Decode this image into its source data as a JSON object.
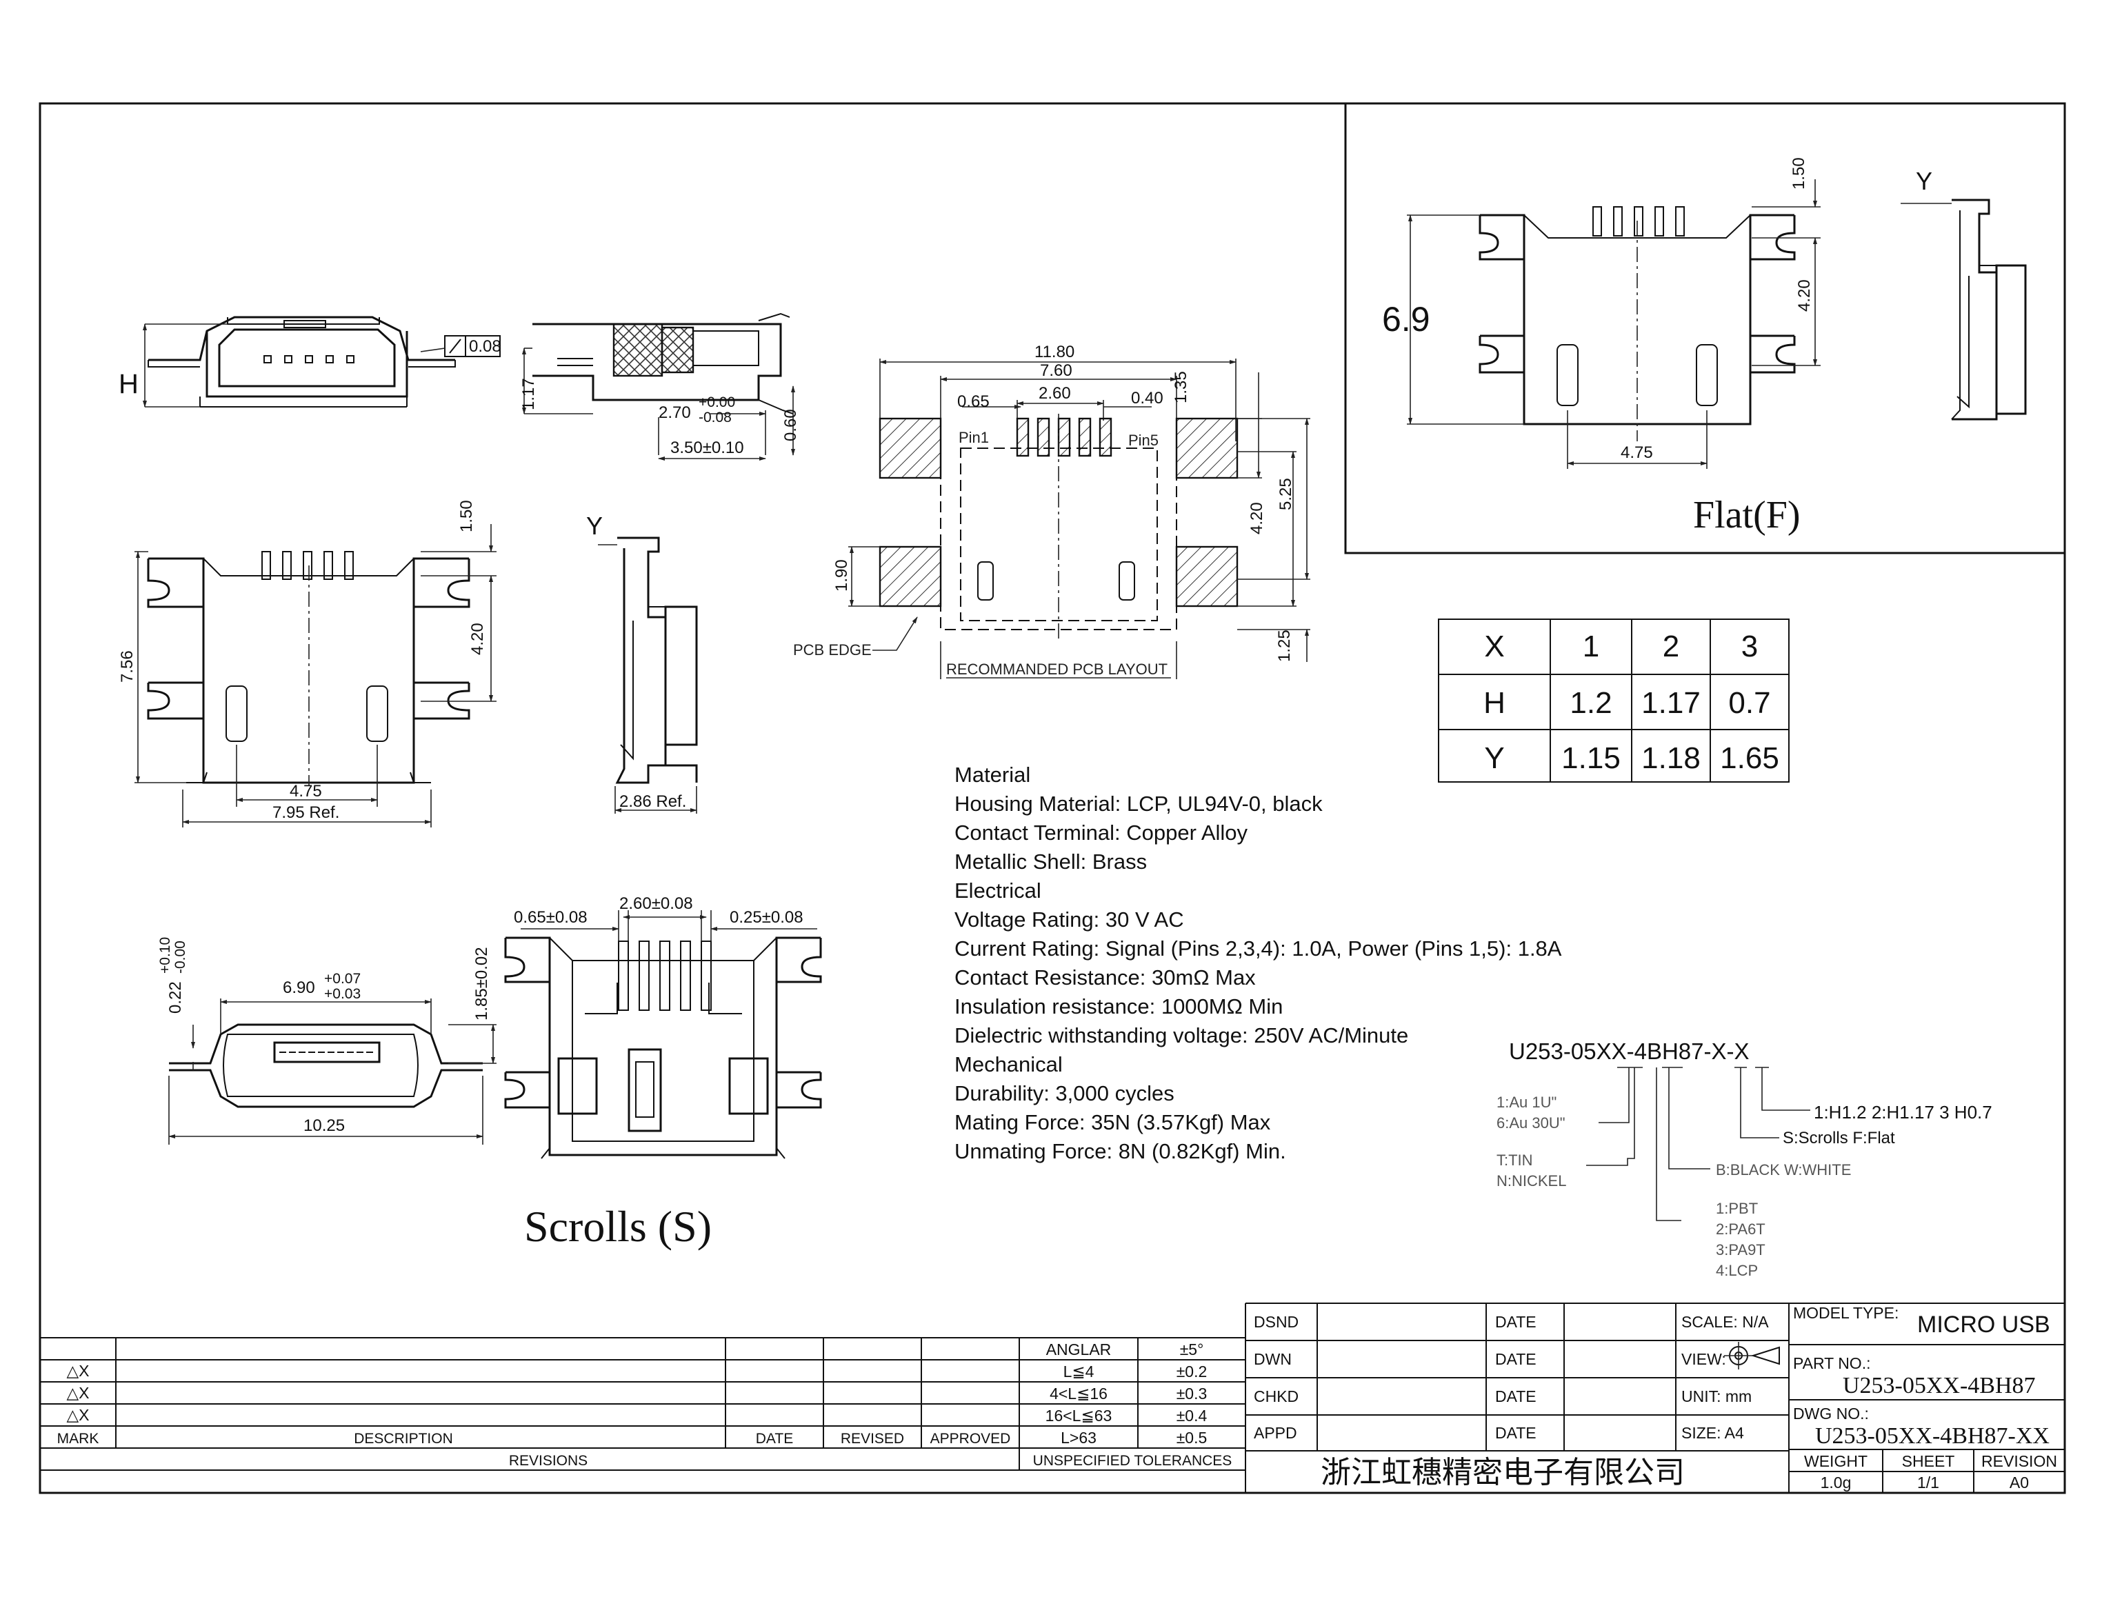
{
  "drawing": {
    "labels": {
      "h_label": "H",
      "y_label_left": "Y",
      "y_label_flat": "Y",
      "flatness": "0.08",
      "pin1": "Pin1",
      "pin5": "Pin5",
      "pcb_edge": "PCB EDGE",
      "pcb_layout": "RECOMMANDED PCB LAYOUT",
      "scrolls_title": "Scrolls (S)",
      "flat_title": "Flat(F)"
    },
    "dimensions": {
      "d1_17": "1.17",
      "d2_70": "2.70",
      "d2_70_tol_up": "+0.00",
      "d2_70_tol_dn": "-0.08",
      "d0_60": "0.60",
      "d3_50": "3.50±0.10",
      "d11_80": "11.80",
      "d7_60": "7.60",
      "d0_65": "0.65",
      "d2_60": "2.60",
      "d0_40": "0.40",
      "d1_35": "1.35",
      "d4_20_pcb": "4.20",
      "d5_25": "5.25",
      "d1_90": "1.90",
      "d1_25": "1.25",
      "d1_50_left": "1.50",
      "d4_20_left": "4.20",
      "d7_56": "7.56",
      "d4_75_left": "4.75",
      "d7_95": "7.95 Ref.",
      "d2_86": "2.86 Ref.",
      "d0_22": "0.22",
      "d0_22_tol_up": "+0.10",
      "d0_22_tol_dn": "-0.00",
      "d6_90": "6.90",
      "d6_90_tol_up": "+0.07",
      "d6_90_tol_dn": "+0.03",
      "d1_85": "1.85±0.02",
      "d10_25": "10.25",
      "d0_65b": "0.65±0.08",
      "d2_60b": "2.60±0.08",
      "d0_25b": "0.25±0.08",
      "d6_9_flat": "6.9",
      "d1_50_flat": "1.50",
      "d4_20_flat": "4.20",
      "d4_75_flat": "4.75"
    }
  },
  "xhy_table": {
    "headers": [
      "X",
      "1",
      "2",
      "3"
    ],
    "rows": [
      [
        "H",
        "1.2",
        "1.17",
        "0.7"
      ],
      [
        "Y",
        "1.15",
        "1.18",
        "1.65"
      ]
    ]
  },
  "specs": [
    "Material",
    "Housing Material: LCP, UL94V-0, black",
    "Contact Terminal: Copper Alloy",
    "Metallic Shell: Brass",
    "Electrical",
    "Voltage Rating: 30 V AC",
    "Current Rating: Signal (Pins 2,3,4): 1.0A, Power (Pins 1,5): 1.8A",
    "Contact Resistance: 30mΩ Max",
    "Insulation resistance: 1000MΩ Min",
    "Dielectric withstanding voltage: 250V AC/Minute",
    "Mechanical",
    "Durability: 3,000 cycles",
    "Mating Force: 35N (3.57Kgf) Max",
    "Unmating Force: 8N (0.82Kgf) Min."
  ],
  "part_code": {
    "code": "U253-05XX-4BH87-X-X",
    "plating_1": "1:Au 1U\"",
    "plating_2": "6:Au 30U\"",
    "finish_1": "T:TIN",
    "finish_2": "N:NICKEL",
    "color": "B:BLACK W:WHITE",
    "material_1": "1:PBT",
    "material_2": "2:PA6T",
    "material_3": "3:PA9T",
    "material_4": "4:LCP",
    "height": "1:H1.2  2:H1.17  3  H0.7",
    "type": "S:Scrolls  F:Flat"
  },
  "tolerance_table": {
    "marks": [
      "△X",
      "△X",
      "△X"
    ],
    "mark_header": "MARK",
    "description_header": "DESCRIPTION",
    "date_header": "DATE",
    "revised_header": "REVISED",
    "approved_header": "APPROVED",
    "revisions_label": "REVISIONS",
    "anglar_label": "ANGLAR",
    "anglar_value": "±5°",
    "rows": [
      [
        "L≦4",
        "±0.2"
      ],
      [
        "4<L≦16",
        "±0.3"
      ],
      [
        "16<L≦63",
        "±0.4"
      ],
      [
        "L>63",
        "±0.5"
      ]
    ],
    "unspecified_label": "UNSPECIFIED TOLERANCES"
  },
  "title_block": {
    "roles": [
      "DSND",
      "DWN",
      "CHKD",
      "APPD"
    ],
    "date_label": "DATE",
    "scale": "SCALE: N/A",
    "view": "VIEW:",
    "unit": "UNIT: mm",
    "size": "SIZE: A4",
    "company": "浙江虹穗精密电子有限公司",
    "model_type_label": "MODEL TYPE:",
    "model_type": "MICRO USB",
    "part_no_label": "PART NO.:",
    "part_no": "U253-05XX-4BH87",
    "dwg_no_label": "DWG NO.:",
    "dwg_no": "U253-05XX-4BH87-XX",
    "weight_label": "WEIGHT",
    "weight": "1.0g",
    "sheet_label": "SHEET",
    "sheet": "1/1",
    "revision_label": "REVISION",
    "revision": "A0"
  }
}
